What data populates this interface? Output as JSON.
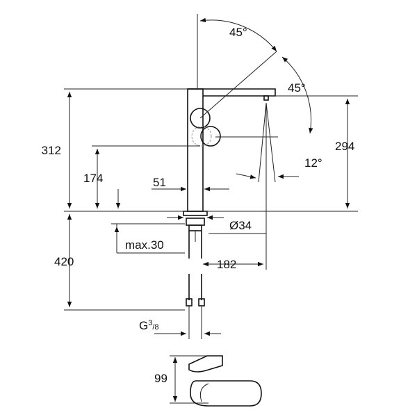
{
  "dimensions": {
    "angle_top": "45°",
    "angle_right": "45°",
    "angle_spout": "12°",
    "height_total": "312",
    "height_spout": "294",
    "height_lever": "174",
    "body_width": "51",
    "shank_diameter": "Ø34",
    "max_countertop": "max.30",
    "below_length": "420",
    "reach": "182",
    "thread_prefix": "G",
    "thread_num": "3",
    "thread_den": "/8",
    "plan_depth": "99"
  }
}
